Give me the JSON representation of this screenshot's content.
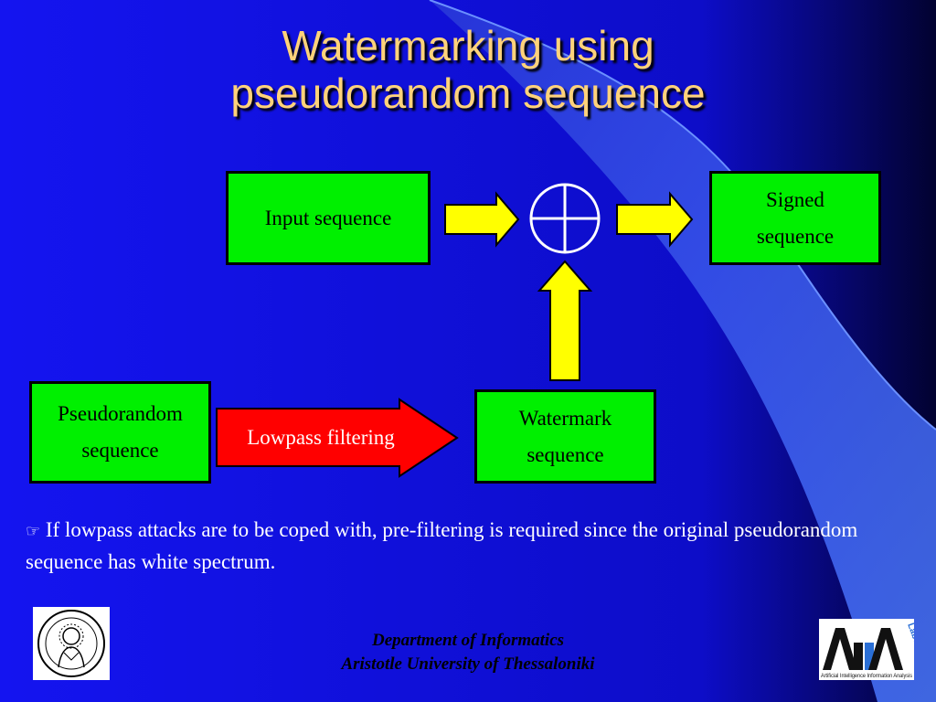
{
  "title_line1": "Watermarking using",
  "title_line2": "pseudorandom sequence",
  "boxes": {
    "input": "Input sequence",
    "signed_line1": "Signed",
    "signed_line2": "sequence",
    "pseudo_line1": "Pseudorandom",
    "pseudo_line2": "sequence",
    "watermark_line1": "Watermark",
    "watermark_line2": "sequence"
  },
  "lowpass_label": "Lowpass filtering",
  "note": {
    "icon": "pointing-hand-icon",
    "bullet_glyph": "☞",
    "text": "If lowpass attacks are to be coped with, pre-filtering is required since the original pseudorandom sequence has white spectrum."
  },
  "footer": {
    "line1": "Department of Informatics",
    "line2": "Aristotle University of Thessaloniki"
  },
  "logos": {
    "left": "university-seal-icon",
    "right": "aiia-laboratory-logo-icon",
    "right_tag": "Laboratory",
    "right_caption": "Artificial Intelligence Information Analysis"
  },
  "colors": {
    "background": "#1010e8",
    "title": "#ffd27a",
    "box_fill": "#00f000",
    "arrow_yellow": "#ffff00",
    "arrow_red": "#ff0000",
    "text_white": "#ffffff"
  }
}
